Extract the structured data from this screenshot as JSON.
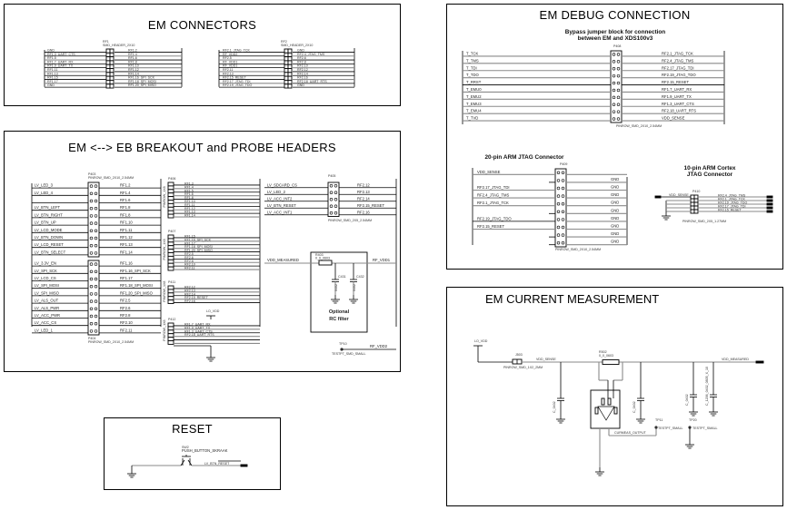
{
  "em_connectors": {
    "title": "EM CONNECTORS",
    "rf1": {
      "ref": "RF1",
      "part": "SMD_HEADER_2X10",
      "left_nets": [
        "GND",
        "RF1.3_UART_CTS",
        "RF1.5",
        "RF1.7_UART_RX",
        "RF1.9_UART_TX",
        "RF1.11",
        "RF1.13",
        "RF1.15",
        "RF1.17",
        "GND"
      ],
      "right_nets": [
        "RF1.2",
        "RF1.4",
        "RF1.6",
        "RF1.8",
        "RF1.10",
        "RF1.12",
        "RF1.14",
        "RF1.16_SPI_SCK",
        "RF1.18_SPI_MOSI",
        "RF1.20_SPI_MISO"
      ]
    },
    "rf2": {
      "ref": "RF2",
      "part": "SMD_HEADER_2X10",
      "left_nets": [
        "RF2.1_JTAG_TCK",
        "RF_VDD2",
        "RF2.5",
        "RF_VDD1",
        "RF_VDD1",
        "RF2.11",
        "RF2.13",
        "RF2.15_RESET",
        "RF2.17_JTAG_TDI",
        "RF2.19_JTAG_TDO"
      ],
      "right_nets": [
        "GND",
        "RF2.4_JTAG_TMS",
        "RF2.6",
        "RF2.8",
        "RF2.10",
        "RF2.12",
        "RF2.14",
        "RF2.16",
        "RF2.18_UART_RTS",
        "GND"
      ]
    }
  },
  "breakout": {
    "title": "EM <--> EB BREAKOUT and PROBE HEADERS",
    "p403": {
      "ref": "P403",
      "part": "PINROW_SMD_2X10_2.54MM"
    },
    "p404": {
      "ref": "P404",
      "part": "PINROW_SMD_2X10_2.54MM"
    },
    "p403_left": [
      "LV_LED_3",
      "LV_LED_4",
      "",
      "LV_BTN_LEFT",
      "LV_BTN_RIGHT",
      "LV_BTN_UP",
      "LV_LCD_MODE",
      "LV_BTN_DOWN",
      "LV_LCD_RESET",
      "LV_BTN_SELECT"
    ],
    "p403_right": [
      "RF1.2",
      "RF1.4",
      "RF1.6",
      "RF1.8",
      "RF1.8",
      "RF1.10",
      "RF1.11",
      "RF1.12",
      "RF1.13",
      "RF1.14"
    ],
    "p404_left": [
      "LV_3.3V_EN",
      "LV_SPI_SCK",
      "LV_LCD_CS",
      "LV_SPI_MOSI",
      "LV_SPI_MISO",
      "LV_ALS_OUT",
      "LV_ALS_PWR",
      "LV_ACC_PWR",
      "LV_ACC_CS",
      "LV_LED_1"
    ],
    "p404_right": [
      "RF1.16",
      "RF1.16_SPI_SCK",
      "RF1.17",
      "RF1.18_SPI_MOSI",
      "RF1.20_SPI_MISO",
      "RF2.5",
      "RF2.6",
      "RF2.8",
      "RF2.10",
      "RF2.11"
    ],
    "p406": {
      "ref": "P406",
      "vlabel": "PINROW_1X8",
      "pins": [
        "RF1.3",
        "RF1.4",
        "RF1.5",
        "RF1.6",
        "RF1.8",
        "RF1.10",
        "RF1.11",
        "RF1.12",
        "RF1.13",
        "RF1.14"
      ]
    },
    "p407": {
      "ref": "P407",
      "vlabel": "PINROW_1X8",
      "pins": [
        "RF1.15",
        "RF1.16_SPI_SCK",
        "RF1.17",
        "RF1.18_SPI_MOSI",
        "RF1.20_SPI_MISO",
        "RF2.5",
        "RF2.6",
        "RF2.8",
        "RF2.10",
        "RF2.11"
      ]
    },
    "p411": {
      "ref": "P411",
      "vlabel": "PINROW_1X8",
      "pins": [
        "RF2.12",
        "RF2.13",
        "RF2.14",
        "RF2.15_RESET",
        "RF2.16"
      ]
    },
    "p412": {
      "ref": "P412",
      "vlabel": "PINROW_1X8",
      "pins": [
        "RF1.7_UART_RX",
        "RF1.9_UART_TX",
        "RF1.3_UART_CTS",
        "RF2.18_UART_RTS",
        "",
        ""
      ]
    },
    "lo_vdd": "LO_VDD",
    "p405": {
      "ref": "P405",
      "part": "PINROW_SMD_2X5_2.54MM",
      "left": [
        "LV_SDCARD_CS",
        "LV_LED_2",
        "LV_ACC_INT2",
        "LV_BTN_RESET",
        "LV_ACC_INT1"
      ],
      "right": [
        "RF2.12",
        "RF2.13",
        "RF2.14",
        "RF2.15_RESET",
        "RF2.16"
      ]
    },
    "rc_filter": {
      "net_in": "VDD_MEASURED",
      "net_out": "RF_VDD1",
      "resistor_ref": "R403",
      "resistor_val": "0_0_0603",
      "cap1": "C431",
      "cap2": "C432",
      "cap_val": "0402",
      "label_line1": "Optional",
      "label_line2": "RC filter"
    },
    "tp": {
      "ref": "TP10",
      "part": "TESTPT_SMD_SMALL",
      "net": "RF_VDD2"
    }
  },
  "reset": {
    "title": "RESET",
    "switch_ref": "SW2",
    "switch_part": "PUSH_BUTTON_SKRAAK",
    "net": "LV_BTN_RESET"
  },
  "debug": {
    "title": "EM DEBUG CONNECTION",
    "note_line1": "Bypass jumper block for connection",
    "note_line2": "between EM and XDS100v3",
    "p408": {
      "ref": "P408",
      "part": "PINROW_SMD_2X10_2.54MM",
      "left": [
        "T_TCK",
        "T_TMS",
        "T_TDI",
        "T_TDO",
        "T_RRST",
        "T_EMU0",
        "T_EMU2",
        "T_EMU3",
        "T_EMU4",
        "T_TVD"
      ],
      "right": [
        "RF2.1_JTAG_TCK",
        "RF2.4_JTAG_TMS",
        "RF2.17_JTAG_TDI",
        "RF2.19_JTAG_TDO",
        "RF2.15_RESET",
        "RF1.7_UART_RX",
        "RF1.9_UART_TX",
        "RF1.3_UART_CTS",
        "RF2.18_UART_RTS",
        "VDD_SENSE"
      ]
    },
    "jtag20": {
      "title": "20-pin ARM JTAG Connector",
      "ref": "P409",
      "part": "PINROW_SMD_2X10_2.54MM",
      "left": [
        "VDD_SENSE",
        "",
        "RF2.17_JTAG_TDI",
        "RF2.4_JTAG_TMS",
        "RF2.1_JTAG_TCK",
        "",
        "RF2.19_JTAG_TDO",
        "RF2.15_RESET",
        "",
        ""
      ],
      "right": [
        "",
        "GND",
        "GND",
        "GND",
        "GND",
        "GND",
        "GND",
        "GND",
        "GND",
        "GND"
      ]
    },
    "jtag10": {
      "title_line1": "10-pin ARM Cortex",
      "title_line2": "JTAG Connector",
      "ref": "P410",
      "part": "PINROW_SMD_2X5_1.27MM",
      "left": "VDD_SENSE",
      "right": [
        "RF2.4_JTAG_TMS",
        "RF2.1_JTAG_TCK",
        "RF2.19_JTAG_TDO",
        "RF2.17_JTAG_TDI",
        "RF2.15_RESET"
      ]
    }
  },
  "current": {
    "title": "EM CURRENT MEASUREMENT",
    "lo_vdd": "LO_VDD",
    "jumper_ref": "J503",
    "jumper_part": "PINROW_SMD_1X2_2MM",
    "vdd_sense": "VDD_SENSE",
    "shunt_ref": "R502",
    "shunt_val": "0_0_0603",
    "vdd_measured": "VDD_MEASURED",
    "amp_output": "CURMEAS_OUTPUT",
    "tp1": {
      "ref": "TP11",
      "part": "TESTPT_SMALL"
    },
    "tp2": {
      "ref": "TP20",
      "part": "TESTPT_SMALL"
    },
    "cap_labels": [
      "C_0402",
      "C_0402",
      "C_0402",
      "C_1206_0402_0805_X_10"
    ]
  }
}
